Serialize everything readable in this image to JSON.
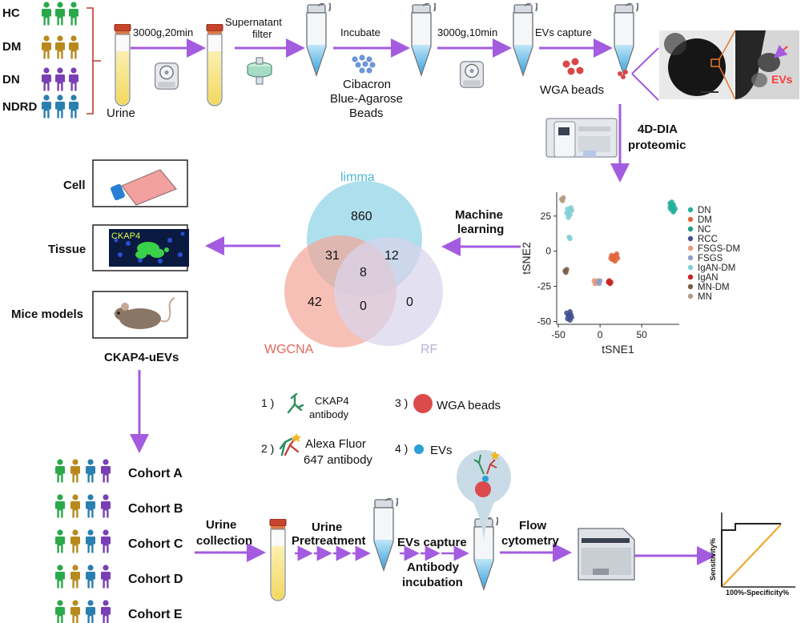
{
  "groups": [
    "HC",
    "DM",
    "DN",
    "NDRD"
  ],
  "urine_label": "Urine",
  "step1_label": "3000g,20min",
  "step2_label_line1": "Supernatant",
  "step2_label_line2": "filter",
  "step3_label": "Incubate",
  "beads_line1": "Cibacron",
  "beads_line2": "Blue-Agarose",
  "beads_line3": "Beads",
  "step4_label": "3000g,10min",
  "step5_label": "EVs capture",
  "wga_label": "WGA beads",
  "em_label": "EVs",
  "proteomic_line1": "4D-DIA",
  "proteomic_line2": "proteomic",
  "ml_line1": "Machine",
  "ml_line2": "learning",
  "venn": {
    "set_a": "limma",
    "set_b": "WGCNA",
    "set_c": "RF",
    "a_only": "860",
    "ab": "31",
    "ac": "12",
    "abc": "8",
    "b_only": "42",
    "bc": "0",
    "c_only": "0"
  },
  "validation": {
    "cell": "Cell",
    "tissue": "Tissue",
    "tissue_stain": "CKAP4",
    "mice": "Mice models"
  },
  "ckap4_label": "CKAP4-uEVs",
  "reagents": {
    "r1_num": "1 )",
    "r1_line1": "CKAP4",
    "r1_line2": "antibody",
    "r2_num": "2 )",
    "r2_line1": "Alexa Fluor",
    "r2_line2": "647 antibody",
    "r3_num": "3 )",
    "r3_label": "WGA beads",
    "r4_num": "4 )",
    "r4_label": "EVs"
  },
  "cohorts": [
    "Cohort A",
    "Cohort B",
    "Cohort C",
    "Cohort D",
    "Cohort E"
  ],
  "bottom": {
    "urine_collection_line1": "Urine",
    "urine_collection_line2": "collection",
    "pretreat_line1": "Urine",
    "pretreat_line2": "Pretreatment",
    "capture_line1": "EVs capture",
    "capture_line2": "Antibody",
    "capture_line3": "incubation",
    "flow_line1": "Flow",
    "flow_line2": "cytometry"
  },
  "roc": {
    "ylabel": "Sensitivity%",
    "xlabel": "100%-Specificity%"
  },
  "colors": {
    "arrow": "#a35ce0",
    "hc": "#2aa84a",
    "dm": "#b88a1e",
    "dn": "#7a3fb5",
    "ndrd": "#2a7fb0",
    "limma": "#8fd3e6",
    "wgcna": "#f2a79a",
    "rf": "#d8d4ec"
  },
  "chart_data": {
    "type": "scatter",
    "xlabel": "tSNE1",
    "ylabel": "tSNE2",
    "xlim": [
      -52,
      95
    ],
    "ylim": [
      -52,
      42
    ],
    "xticks": [
      -50,
      0,
      50
    ],
    "yticks": [
      25,
      0,
      -25,
      -50
    ],
    "legend_position": "right",
    "series": [
      {
        "name": "DN",
        "color": "#27b09b",
        "points": [
          [
            84,
            34
          ],
          [
            86,
            32
          ],
          [
            88,
            33
          ],
          [
            85,
            30
          ],
          [
            87,
            29
          ],
          [
            89,
            31
          ],
          [
            86,
            35
          ],
          [
            84,
            31
          ],
          [
            88,
            28
          ],
          [
            85,
            33
          ],
          [
            90,
            30
          ]
        ]
      },
      {
        "name": "DM",
        "color": "#e0653a",
        "points": [
          [
            14,
            -3
          ],
          [
            17,
            -4
          ],
          [
            20,
            -2
          ],
          [
            15,
            -6
          ],
          [
            18,
            -7
          ],
          [
            21,
            -5
          ],
          [
            16,
            -5
          ],
          [
            19,
            -3
          ],
          [
            13,
            -5
          ]
        ]
      },
      {
        "name": "NC",
        "color": "#1f9f8a",
        "points": []
      },
      {
        "name": "RCC",
        "color": "#44508f",
        "points": [
          [
            -40,
            -44
          ],
          [
            -37,
            -46
          ],
          [
            -35,
            -45
          ],
          [
            -39,
            -48
          ],
          [
            -36,
            -49
          ],
          [
            -34,
            -47
          ],
          [
            -38,
            -46
          ],
          [
            -36,
            -43
          ]
        ]
      },
      {
        "name": "FSGS-DM",
        "color": "#e59a76",
        "points": [
          [
            -7,
            -21
          ],
          [
            -5,
            -22
          ],
          [
            -3,
            -21
          ],
          [
            -6,
            -23
          ]
        ]
      },
      {
        "name": "FSGS",
        "color": "#8d9fc9",
        "points": [
          [
            -2,
            -22
          ],
          [
            0,
            -21
          ],
          [
            -1,
            -23
          ]
        ]
      },
      {
        "name": "IgAN-DM",
        "color": "#7fcfd6",
        "points": [
          [
            -39,
            30
          ],
          [
            -37,
            28
          ],
          [
            -35,
            31
          ],
          [
            -36,
            26
          ],
          [
            -38,
            24
          ],
          [
            -34,
            29
          ],
          [
            -40,
            27
          ],
          [
            -37,
            10
          ],
          [
            -36,
            9
          ]
        ]
      },
      {
        "name": "IgAN",
        "color": "#c92525",
        "points": [
          [
            10,
            -22
          ],
          [
            12,
            -23
          ],
          [
            11,
            -21
          ],
          [
            13,
            -22
          ]
        ]
      },
      {
        "name": "MN-DM",
        "color": "#7a5e48",
        "points": [
          [
            -42,
            -14
          ],
          [
            -40,
            -13
          ],
          [
            -41,
            -15
          ]
        ]
      },
      {
        "name": "MN",
        "color": "#b59a83",
        "points": [
          [
            -46,
            37
          ],
          [
            -44,
            38
          ],
          [
            -45,
            36
          ]
        ]
      }
    ]
  }
}
